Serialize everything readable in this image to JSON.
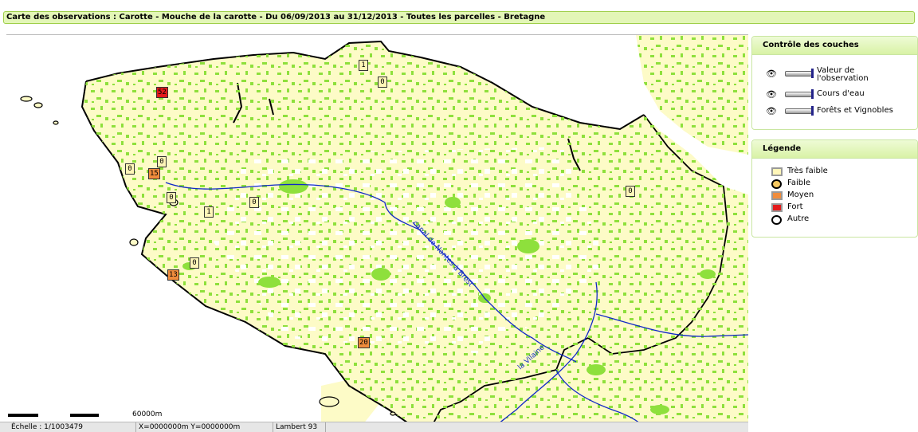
{
  "title": "Carte des observations : Carotte - Mouche de la carotte - Du 06/09/2013 au 31/12/2013 - Toutes les parcelles - Bretagne",
  "markers": [
    {
      "value": "52",
      "level": "Fort"
    },
    {
      "value": "1",
      "level": "Très faible"
    },
    {
      "value": "0",
      "level": "Très faible"
    },
    {
      "value": "0",
      "level": "Très faible"
    },
    {
      "value": "0",
      "level": "Très faible"
    },
    {
      "value": "15",
      "level": "Moyen"
    },
    {
      "value": "0",
      "level": "Très faible"
    },
    {
      "value": "1",
      "level": "Très faible"
    },
    {
      "value": "0",
      "level": "Très faible"
    },
    {
      "value": "13",
      "level": "Moyen"
    },
    {
      "value": "20",
      "level": "Moyen"
    },
    {
      "value": "0",
      "level": "Très faible"
    }
  ],
  "rivers": [
    "canal de Nantes à Brest",
    "la Vilaine"
  ],
  "scale_label": "60000m",
  "status": {
    "scale": "Échelle : 1/1003479",
    "coords": "X=0000000m Y=0000000m",
    "projection": "Lambert 93"
  },
  "layers_panel": {
    "title": "Contrôle des couches",
    "layers": [
      {
        "label_line1": "Valeur de",
        "label_line2": "l'observation",
        "icon": "eye-icon"
      },
      {
        "label_line1": "Cours d'eau",
        "label_line2": "",
        "icon": "eye-icon"
      },
      {
        "label_line1": "Forêts et Vignobles",
        "label_line2": "",
        "icon": "eye-icon"
      }
    ]
  },
  "legend_panel": {
    "title": "Légende",
    "items": [
      {
        "label": "Très faible",
        "color": "#fff6b8",
        "shape": "square"
      },
      {
        "label": "Faible",
        "color": "#f7c860",
        "shape": "circle"
      },
      {
        "label": "Moyen",
        "color": "#f08c3c",
        "shape": "square"
      },
      {
        "label": "Fort",
        "color": "#e31a1c",
        "shape": "square"
      },
      {
        "label": "Autre",
        "color": "#ffffff",
        "shape": "circle"
      }
    ]
  },
  "colors": {
    "land": "#fdfbc7",
    "forest": "#8ee03c",
    "water_line": "#1028c8",
    "coast": "#000000",
    "sea": "#ffffff"
  }
}
